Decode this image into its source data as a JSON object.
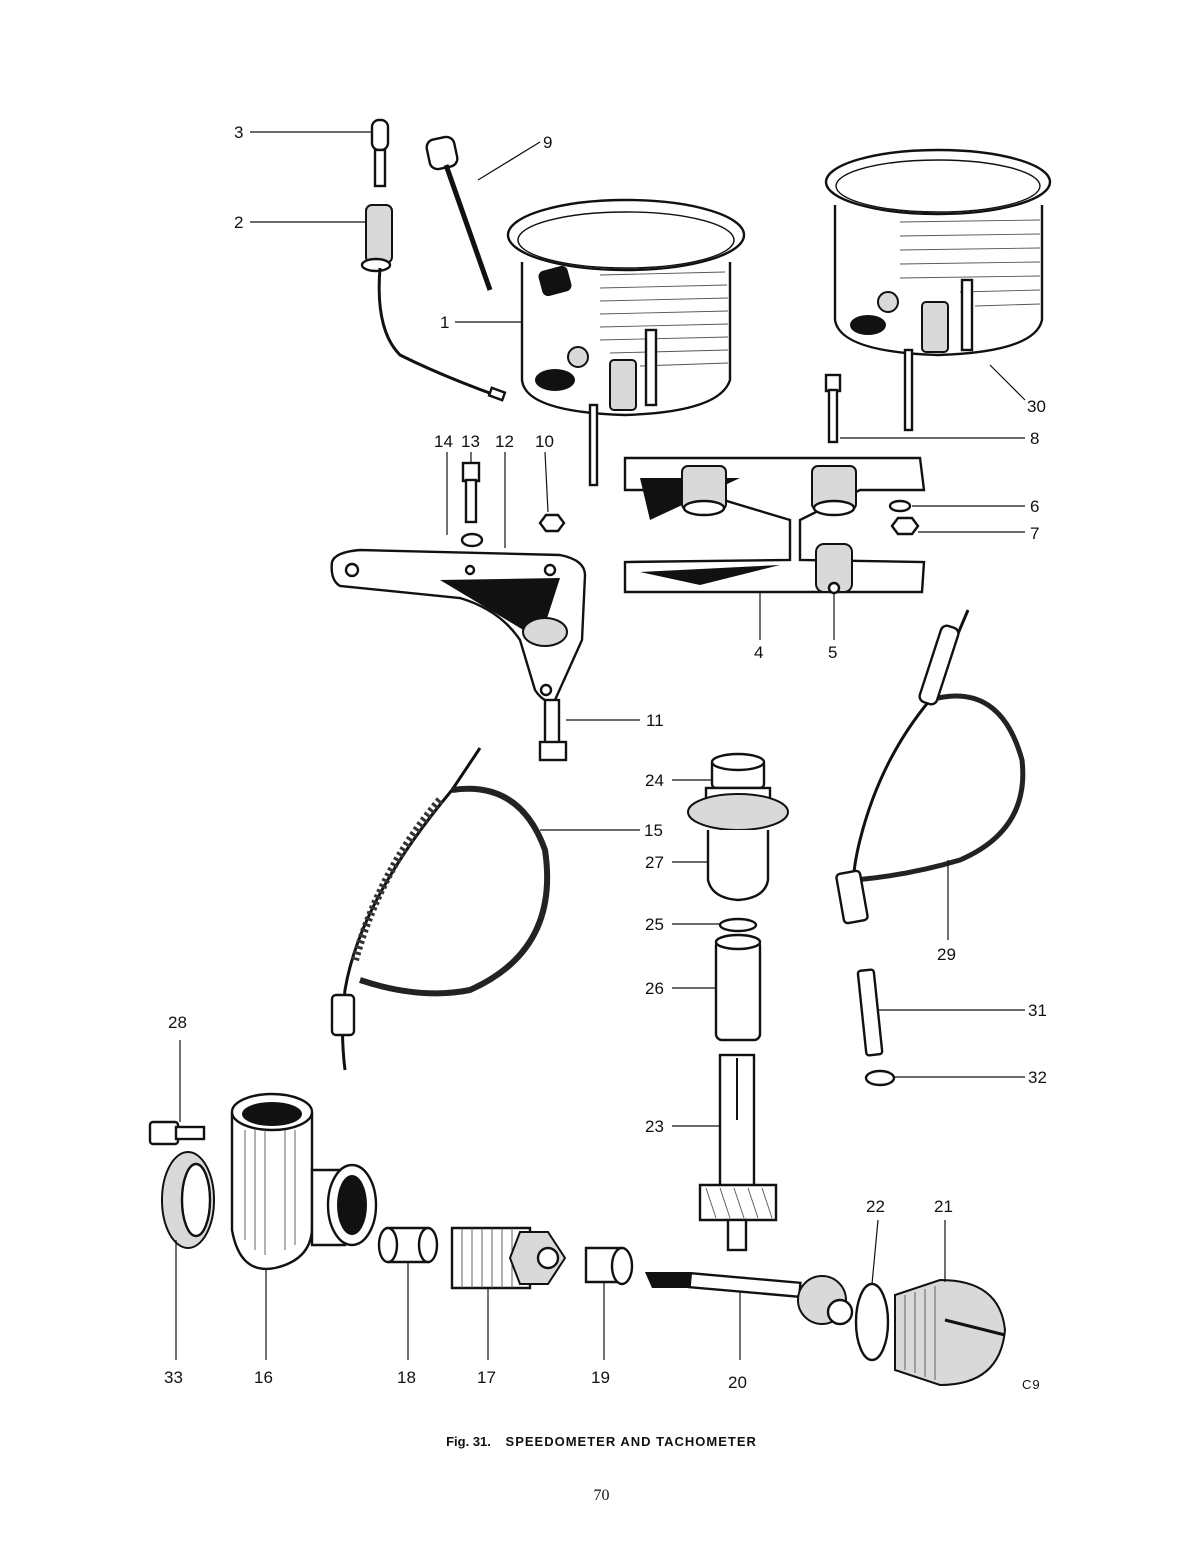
{
  "figure": {
    "number_label": "Fig. 31.",
    "title": "SPEEDOMETER AND TACHOMETER",
    "plate_code": "C9"
  },
  "page_number": "70",
  "part_labels": [
    "1",
    "2",
    "3",
    "4",
    "5",
    "6",
    "7",
    "8",
    "9",
    "10",
    "11",
    "12",
    "13",
    "14",
    "15",
    "16",
    "17",
    "18",
    "19",
    "20",
    "21",
    "22",
    "23",
    "24",
    "25",
    "26",
    "27",
    "28",
    "29",
    "30",
    "31",
    "32",
    "33"
  ]
}
